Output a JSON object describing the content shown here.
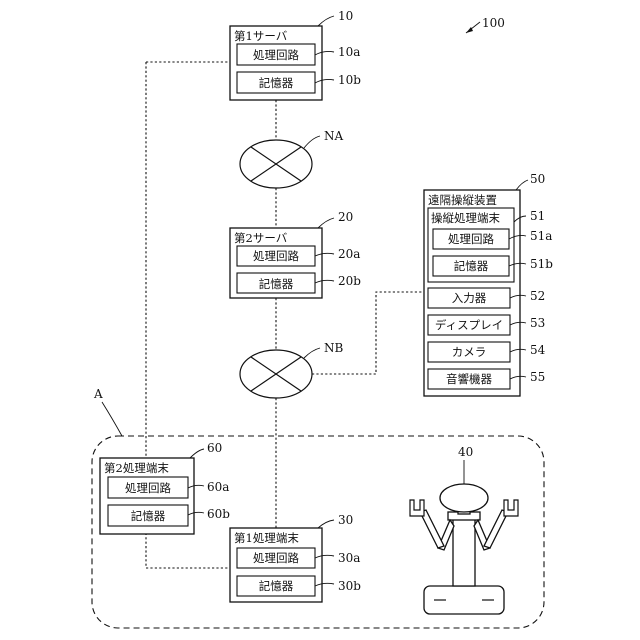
{
  "system_ref": "100",
  "area": {
    "label": "A"
  },
  "server1": {
    "title": "第1サーバ",
    "ref": "10",
    "circuit": "処理回路",
    "circuit_ref": "10a",
    "memory": "記憶器",
    "memory_ref": "10b"
  },
  "network_a": {
    "ref": "NA"
  },
  "server2": {
    "title": "第2サーバ",
    "ref": "20",
    "circuit": "処理回路",
    "circuit_ref": "20a",
    "memory": "記憶器",
    "memory_ref": "20b"
  },
  "network_b": {
    "ref": "NB"
  },
  "remote": {
    "title": "遠隔操縦装置",
    "ref": "50",
    "terminal": {
      "title": "操縦処理端末",
      "ref": "51",
      "circuit": "処理回路",
      "circuit_ref": "51a",
      "memory": "記憶器",
      "memory_ref": "51b"
    },
    "input": "入力器",
    "input_ref": "52",
    "display": "ディスプレイ",
    "display_ref": "53",
    "camera": "カメラ",
    "camera_ref": "54",
    "audio": "音響機器",
    "audio_ref": "55"
  },
  "terminal2": {
    "title": "第2処理端末",
    "ref": "60",
    "circuit": "処理回路",
    "circuit_ref": "60a",
    "memory": "記憶器",
    "memory_ref": "60b"
  },
  "terminal1": {
    "title": "第1処理端末",
    "ref": "30",
    "circuit": "処理回路",
    "circuit_ref": "30a",
    "memory": "記憶器",
    "memory_ref": "30b"
  },
  "robot": {
    "ref": "40"
  }
}
